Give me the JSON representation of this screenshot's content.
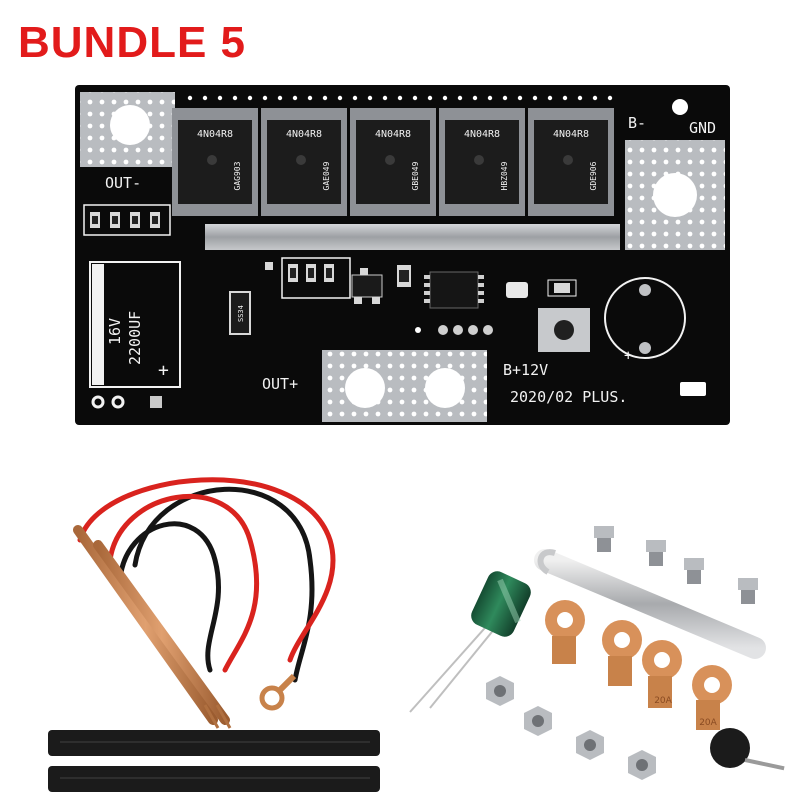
{
  "title": "BUNDLE 5",
  "colors": {
    "title": "#e21b1b",
    "pcb": "#0a0a0a",
    "silkscreen": "#f2f2f2",
    "tin": "#b9bcc0",
    "copper": "#c8824a",
    "wire_red": "#d9231e",
    "wire_black": "#151515",
    "capacitor": "#1f6b48",
    "heatshrink": "#1b1b1b"
  },
  "board": {
    "labels": {
      "out_minus": "OUT-",
      "out_plus": "OUT+",
      "b_minus": "B-",
      "gnd": "GND",
      "b_plus": "B+12V",
      "revision": "2020/02 PLUS.",
      "cap_voltage": "16V",
      "cap_capacity": "2200UF",
      "cap_polarity": "+",
      "round_cap_polarity": "+",
      "ic_marking": "SS34"
    },
    "mosfets": [
      {
        "top": "4N04R8",
        "bottom": "GAG903"
      },
      {
        "top": "4N04R8",
        "bottom": "GAE049"
      },
      {
        "top": "4N04R8",
        "bottom": "GBE049"
      },
      {
        "top": "4N04R8",
        "bottom": "HBZ049"
      },
      {
        "top": "4N04R8",
        "bottom": "GDE906"
      }
    ]
  },
  "accessories": {
    "ring_terminal_marking": "20A",
    "items": [
      "spot-weld-pens",
      "wires",
      "heat-shrink-tubes",
      "electrolytic-capacitor",
      "busbar-strip",
      "screws",
      "hex-nuts",
      "ring-terminals",
      "buzzer"
    ]
  }
}
